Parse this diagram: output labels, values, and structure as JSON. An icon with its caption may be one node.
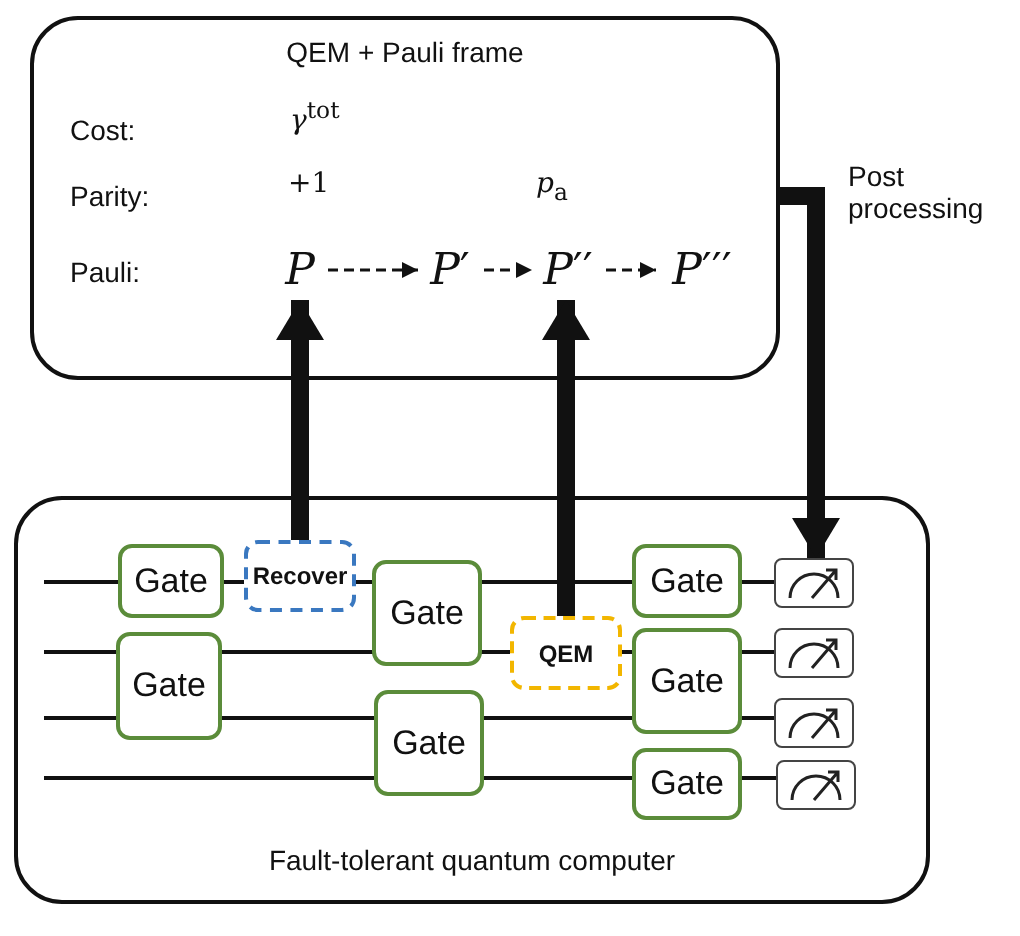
{
  "diagram": {
    "nodes": [
      {
        "text": [
          "QEM + Pauli frame"
        ]
      },
      {
        "text": [
          "*P*"
        ],
        "in": 0
      },
      {
        "text": [
          "*P*′"
        ],
        "in": 0
      },
      {
        "text": [
          "*P*′′"
        ],
        "in": 0
      },
      {
        "text": [
          "*P*′′′"
        ],
        "in": 0
      },
      {
        "text": [
          "Fault-tolerant quantum computer"
        ]
      },
      {
        "text": [
          "Gate"
        ],
        "in": 5
      },
      {
        "text": [
          "Recover"
        ],
        "in": 5
      },
      {
        "text": [
          "Gate"
        ],
        "in": 5
      },
      {
        "text": [
          "Gate"
        ],
        "in": 5
      },
      {
        "text": [
          "QEM"
        ],
        "in": 5
      },
      {
        "text": [
          "Gate"
        ],
        "in": 5
      },
      {
        "text": [
          "Gate"
        ],
        "in": 5
      },
      {
        "text": [
          "Gate"
        ],
        "in": 5
      },
      {
        "text": [
          "Gate"
        ],
        "in": 5
      },
      {
        "text": [],
        "shape": "box",
        "in": 5
      },
      {
        "text": [],
        "shape": "box",
        "in": 5
      },
      {
        "text": [],
        "shape": "box",
        "in": 5
      },
      {
        "text": [],
        "shape": "box",
        "in": 5
      }
    ],
    "edges": [
      {
        "from": 1,
        "to": 2,
        "arrow": "to",
        "style": "dashed"
      },
      {
        "from": 2,
        "to": 3,
        "arrow": "to",
        "style": "dashed"
      },
      {
        "from": 3,
        "to": 4,
        "arrow": "to",
        "style": "dashed"
      },
      {
        "from": 7,
        "to": 1,
        "arrow": "to",
        "style": "thick"
      },
      {
        "from": 10,
        "to": 3,
        "arrow": "to",
        "style": "thick"
      },
      {
        "from": 0,
        "to": 15,
        "arrow": "to",
        "style": "thick",
        "label": "Post processing"
      }
    ],
    "labels": [
      "Cost:",
      "*γ*$^{tot}$",
      "Parity:",
      "+1",
      "*p*$_{a}$",
      "Pauli:"
    ]
  }
}
